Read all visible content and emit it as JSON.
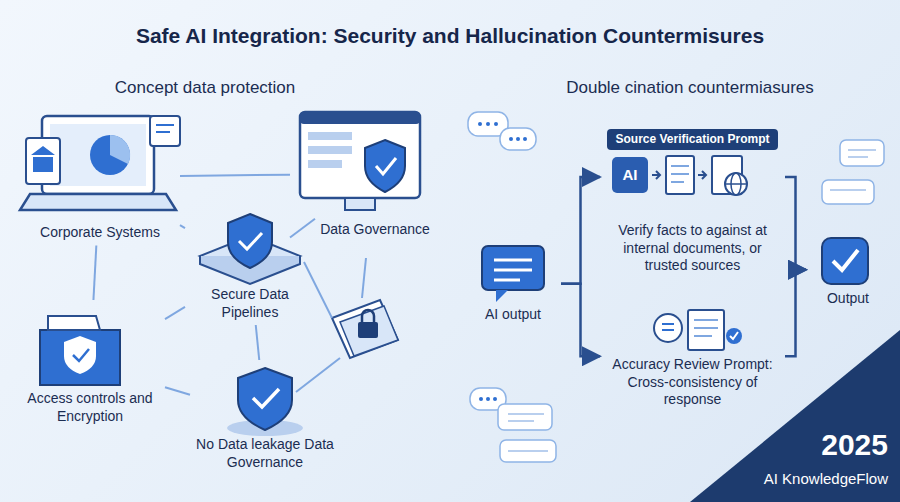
{
  "diagram": {
    "title": "Safe AI Integration: Security and Hallucination Countermisures",
    "nodes": [
      {
        "text": [
          "Corporate Systems"
        ]
      },
      {
        "text": [
          "Data Governance"
        ]
      },
      {
        "text": [
          "Secure Data Pipelines"
        ]
      },
      {
        "text": [
          "Access controls and Encryption"
        ]
      },
      {
        "text": [
          "No Data leakage Data Governance"
        ]
      },
      {
        "text": [
          "AI output"
        ]
      },
      {
        "text": [
          "Source Verification Prompt",
          "Verify facts to against at internal documents, or trusted sources"
        ]
      },
      {
        "text": [
          "Accuracy Review Prompt: Cross-consistency of response"
        ]
      },
      {
        "text": [
          "Output"
        ]
      }
    ],
    "edges": [
      {
        "from": 0,
        "to": 1,
        "arrow": "none"
      },
      {
        "from": 0,
        "to": 2,
        "arrow": "none"
      },
      {
        "from": 1,
        "to": 2,
        "arrow": "none"
      },
      {
        "from": 0,
        "to": 3,
        "arrow": "none"
      },
      {
        "from": 2,
        "to": 3,
        "arrow": "none"
      },
      {
        "from": 2,
        "to": 4,
        "arrow": "none"
      },
      {
        "from": 3,
        "to": 4,
        "arrow": "none"
      },
      {
        "from": 5,
        "to": 6,
        "arrow": "to"
      },
      {
        "from": 5,
        "to": 7,
        "arrow": "to"
      },
      {
        "from": 6,
        "to": 8,
        "arrow": "to"
      },
      {
        "from": 7,
        "to": 8,
        "arrow": "to"
      }
    ],
    "labels": [
      "Concept data protection",
      "Double cination countermiasures",
      "AI",
      "2025",
      "AI KnowledgeFlow"
    ]
  }
}
